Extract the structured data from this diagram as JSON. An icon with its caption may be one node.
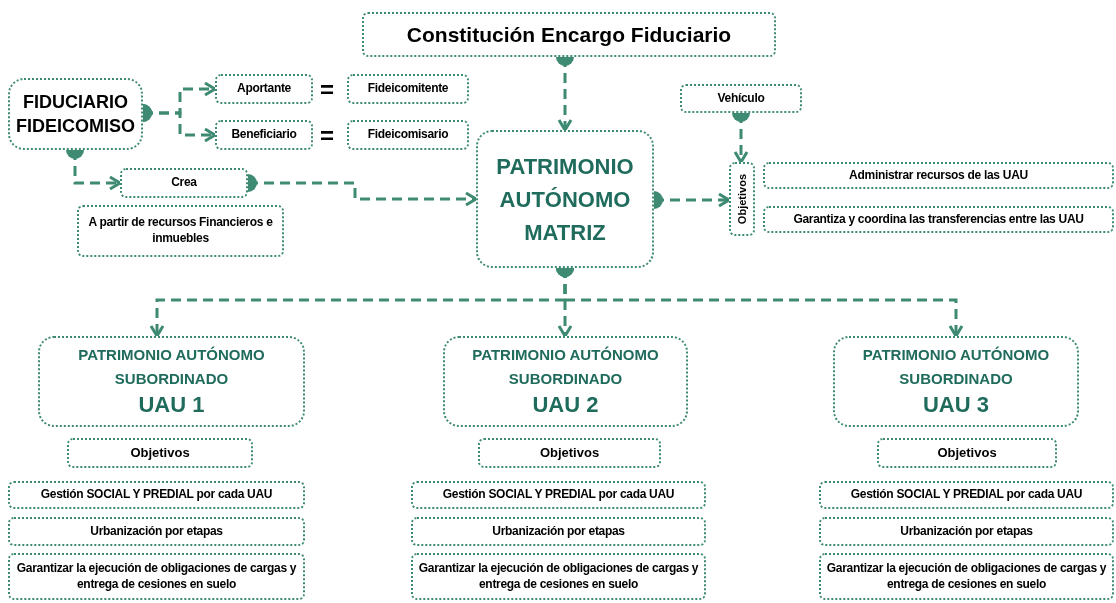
{
  "diagram": {
    "nodes": [
      {
        "text": [
          "Constitución Encargo Fiduciario"
        ]
      },
      {
        "text": [
          "FIDUCIARIO FIDEICOMISO"
        ]
      },
      {
        "text": [
          "Aportante"
        ]
      },
      {
        "text": [
          "Fideicomitente"
        ]
      },
      {
        "text": [
          "Beneficiario"
        ]
      },
      {
        "text": [
          "Fideicomisario"
        ]
      },
      {
        "text": [
          "Crea"
        ]
      },
      {
        "text": [
          "A partir de recursos Financieros e inmuebles"
        ]
      },
      {
        "text": [
          "PATRIMONIO AUTÓNOMO MATRIZ"
        ]
      },
      {
        "text": [
          "Vehículo"
        ]
      },
      {
        "text": [
          "Objetivos"
        ]
      },
      {
        "text": [
          "Administrar recursos de las UAU"
        ]
      },
      {
        "text": [
          "Garantiza y coordina las transferencias entre las UAU"
        ]
      },
      {
        "text": [
          "PATRIMONIO AUTÓNOMO SUBORDINADO",
          "UAU 1"
        ]
      },
      {
        "text": [
          "Objetivos"
        ]
      },
      {
        "text": [
          "Gestión SOCIAL Y PREDIAL  por cada UAU"
        ]
      },
      {
        "text": [
          "Urbanización  por etapas"
        ]
      },
      {
        "text": [
          "Garantizar la ejecución de obligaciones de cargas y entrega de cesiones en suelo"
        ]
      },
      {
        "text": [
          "PATRIMONIO AUTÓNOMO SUBORDINADO",
          "UAU 2"
        ]
      },
      {
        "text": [
          "Objetivos"
        ]
      },
      {
        "text": [
          "Gestión SOCIAL Y PREDIAL  por cada UAU"
        ]
      },
      {
        "text": [
          "Urbanización  por etapas"
        ]
      },
      {
        "text": [
          "Garantizar la ejecución de obligaciones de cargas y entrega de cesiones en suelo"
        ]
      },
      {
        "text": [
          "PATRIMONIO AUTÓNOMO SUBORDINADO",
          "UAU 3"
        ]
      },
      {
        "text": [
          "Objetivos"
        ]
      },
      {
        "text": [
          "Gestión SOCIAL Y PREDIAL  por cada UAU"
        ]
      },
      {
        "text": [
          "Urbanización  por etapas"
        ]
      },
      {
        "text": [
          "Garantizar la ejecución de obligaciones de cargas y entrega de cesiones en suelo"
        ]
      }
    ],
    "edges": [
      {
        "from": 0,
        "to": 8,
        "arrow": "to",
        "style": "dashed"
      },
      {
        "from": 1,
        "to": 2,
        "arrow": "to",
        "style": "dashed"
      },
      {
        "from": 1,
        "to": 4,
        "arrow": "to",
        "style": "dashed"
      },
      {
        "from": 1,
        "to": 6,
        "arrow": "to",
        "style": "dashed"
      },
      {
        "from": 6,
        "to": 8,
        "arrow": "to",
        "style": "dashed"
      },
      {
        "from": 9,
        "to": 10,
        "arrow": "to",
        "style": "dashed"
      },
      {
        "from": 8,
        "to": 10,
        "arrow": "to",
        "style": "dashed"
      },
      {
        "from": 8,
        "to": 13,
        "arrow": "to",
        "style": "dashed"
      },
      {
        "from": 8,
        "to": 18,
        "arrow": "to",
        "style": "dashed"
      },
      {
        "from": 8,
        "to": 23,
        "arrow": "to",
        "style": "dashed"
      }
    ],
    "labels": [
      "=",
      "="
    ]
  }
}
